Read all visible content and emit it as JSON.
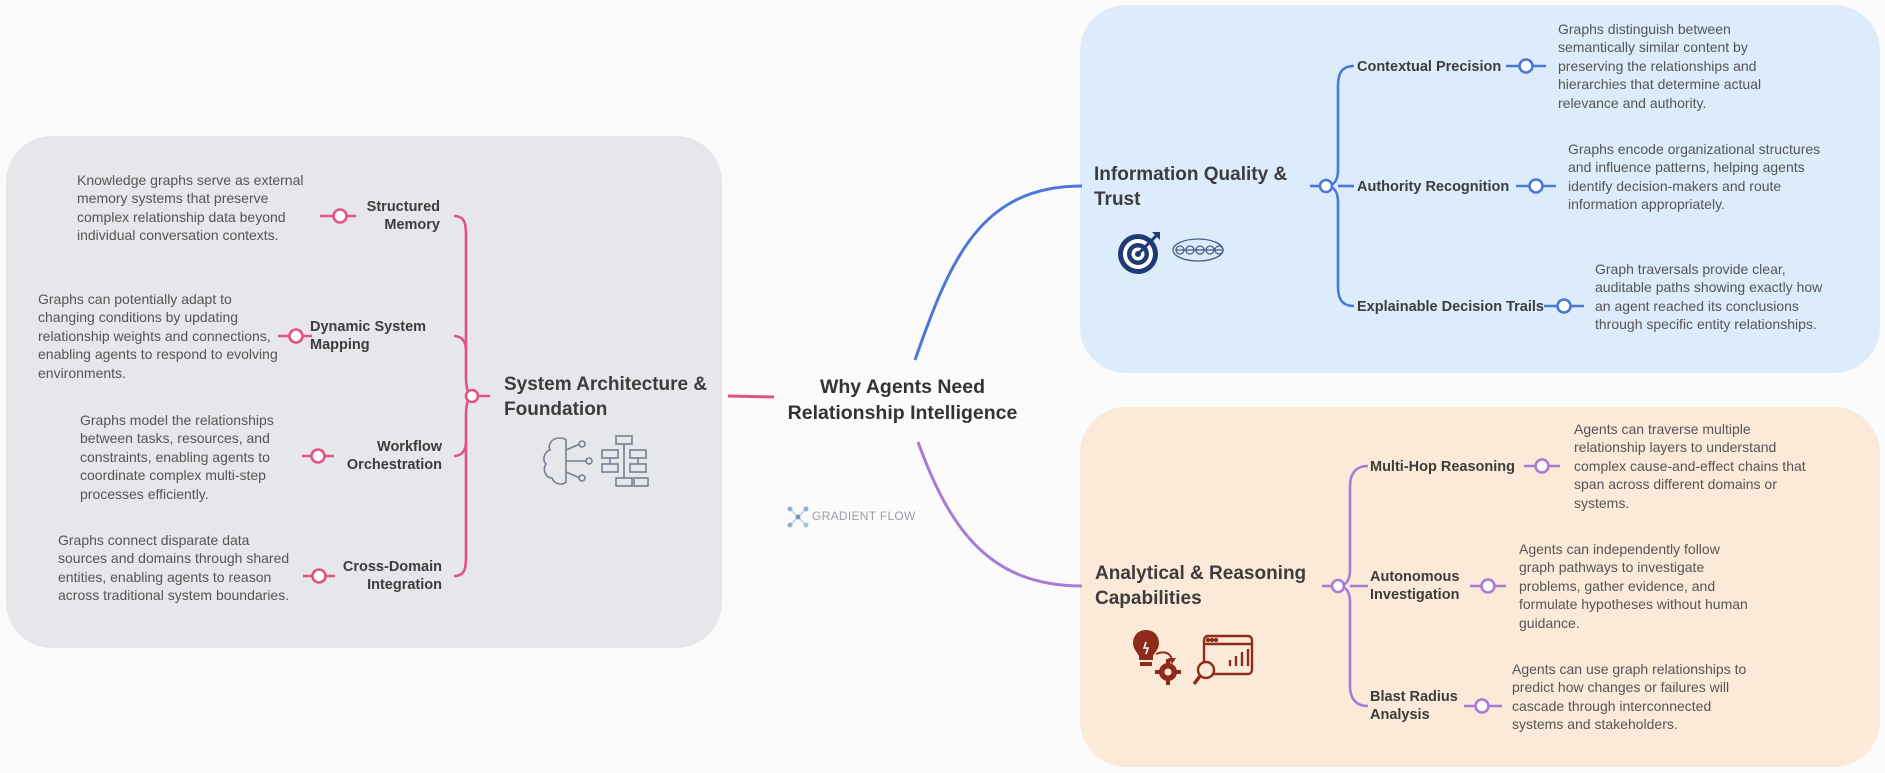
{
  "center": {
    "title": "Why Agents Need Relationship Intelligence"
  },
  "brand": {
    "text": "GRADIENT FLOW"
  },
  "colors": {
    "pink": "#e05483",
    "blue": "#4b78d8",
    "purple": "#a77bd6",
    "brown": "#8e2b1b",
    "navy": "#1f3b73"
  },
  "left": {
    "heading": "System Architecture & Foundation",
    "items": [
      {
        "label": "Structured Memory",
        "desc": "Knowledge graphs serve as external memory systems that preserve complex relationship data beyond individual conversation contexts."
      },
      {
        "label": "Dynamic System Mapping",
        "desc": "Graphs can potentially adapt to changing conditions by updating relationship weights and connections, enabling agents to respond to evolving environments."
      },
      {
        "label": "Workflow Orchestration",
        "desc": "Graphs model the relationships between tasks, resources, and constraints, enabling agents to coordinate complex multi-step processes efficiently."
      },
      {
        "label": "Cross-Domain Integration",
        "desc": "Graphs connect disparate data sources and domains through shared entities, enabling agents to reason across traditional system boundaries."
      }
    ],
    "icons": [
      "brain-network-icon",
      "flowchart-icon"
    ]
  },
  "top_right": {
    "heading": "Information Quality & Trust",
    "items": [
      {
        "label": "Contextual Precision",
        "desc": "Graphs distinguish between semantically similar content by preserving the relationships and hierarchies that determine actual relevance and authority."
      },
      {
        "label": "Authority Recognition",
        "desc": "Graphs encode organizational structures and influence patterns, helping agents identify decision-makers and route information appropriately."
      },
      {
        "label": "Explainable Decision Trails",
        "desc": "Graph traversals provide clear, auditable paths showing exactly how an agent reached its conclusions through specific entity relationships."
      }
    ],
    "icons": [
      "target-icon",
      "chain-icon"
    ]
  },
  "bottom_right": {
    "heading": "Analytical & Reasoning Capabilities",
    "items": [
      {
        "label": "Multi-Hop Reasoning",
        "desc": "Agents can traverse multiple relationship layers to understand complex cause-and-effect chains that span across different domains or systems."
      },
      {
        "label": "Autonomous Investigation",
        "desc": "Agents can independently follow graph pathways to investigate problems, gather evidence, and formulate hypotheses without human guidance."
      },
      {
        "label": "Blast Radius Analysis",
        "desc": "Agents can use graph relationships to predict how changes or failures will cascade through interconnected systems and stakeholders."
      }
    ],
    "icons": [
      "lightbulb-gear-icon",
      "analytics-window-icon"
    ]
  }
}
